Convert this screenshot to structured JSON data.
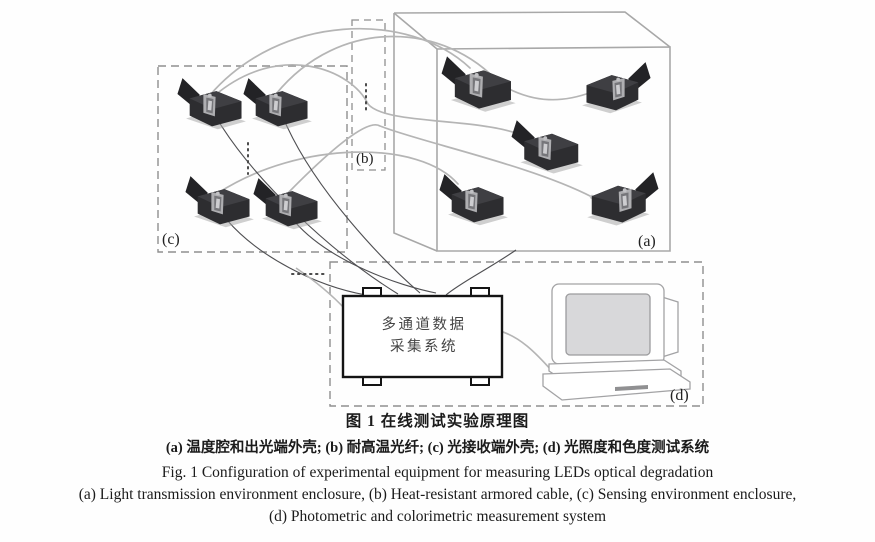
{
  "figure": {
    "daq": {
      "line1": "多通道数据",
      "line2": "采集系统"
    },
    "labels": {
      "a": "(a)",
      "b": "(b)",
      "c": "(c)",
      "d": "(d)"
    },
    "colors": {
      "cable_gray": "#b5b5b5",
      "wire_dark": "#4f4f52",
      "device_dark": "#2d2d30",
      "dash_gray": "#8f8f8f",
      "screen_gray": "#d8d8da",
      "daq_border": "#141414"
    }
  },
  "caption": {
    "zh_title": "图 1  在线测试实验原理图",
    "zh_sub": "(a) 温度腔和出光端外壳; (b) 耐高温光纤; (c) 光接收端外壳; (d) 光照度和色度测试系统",
    "en_title": "Fig. 1  Configuration of experimental equipment for measuring LEDs optical degradation",
    "en_sub1": "(a) Light transmission environment enclosure, (b) Heat-resistant armored cable, (c) Sensing environment enclosure,",
    "en_sub2": "(d) Photometric and colorimetric measurement system"
  }
}
